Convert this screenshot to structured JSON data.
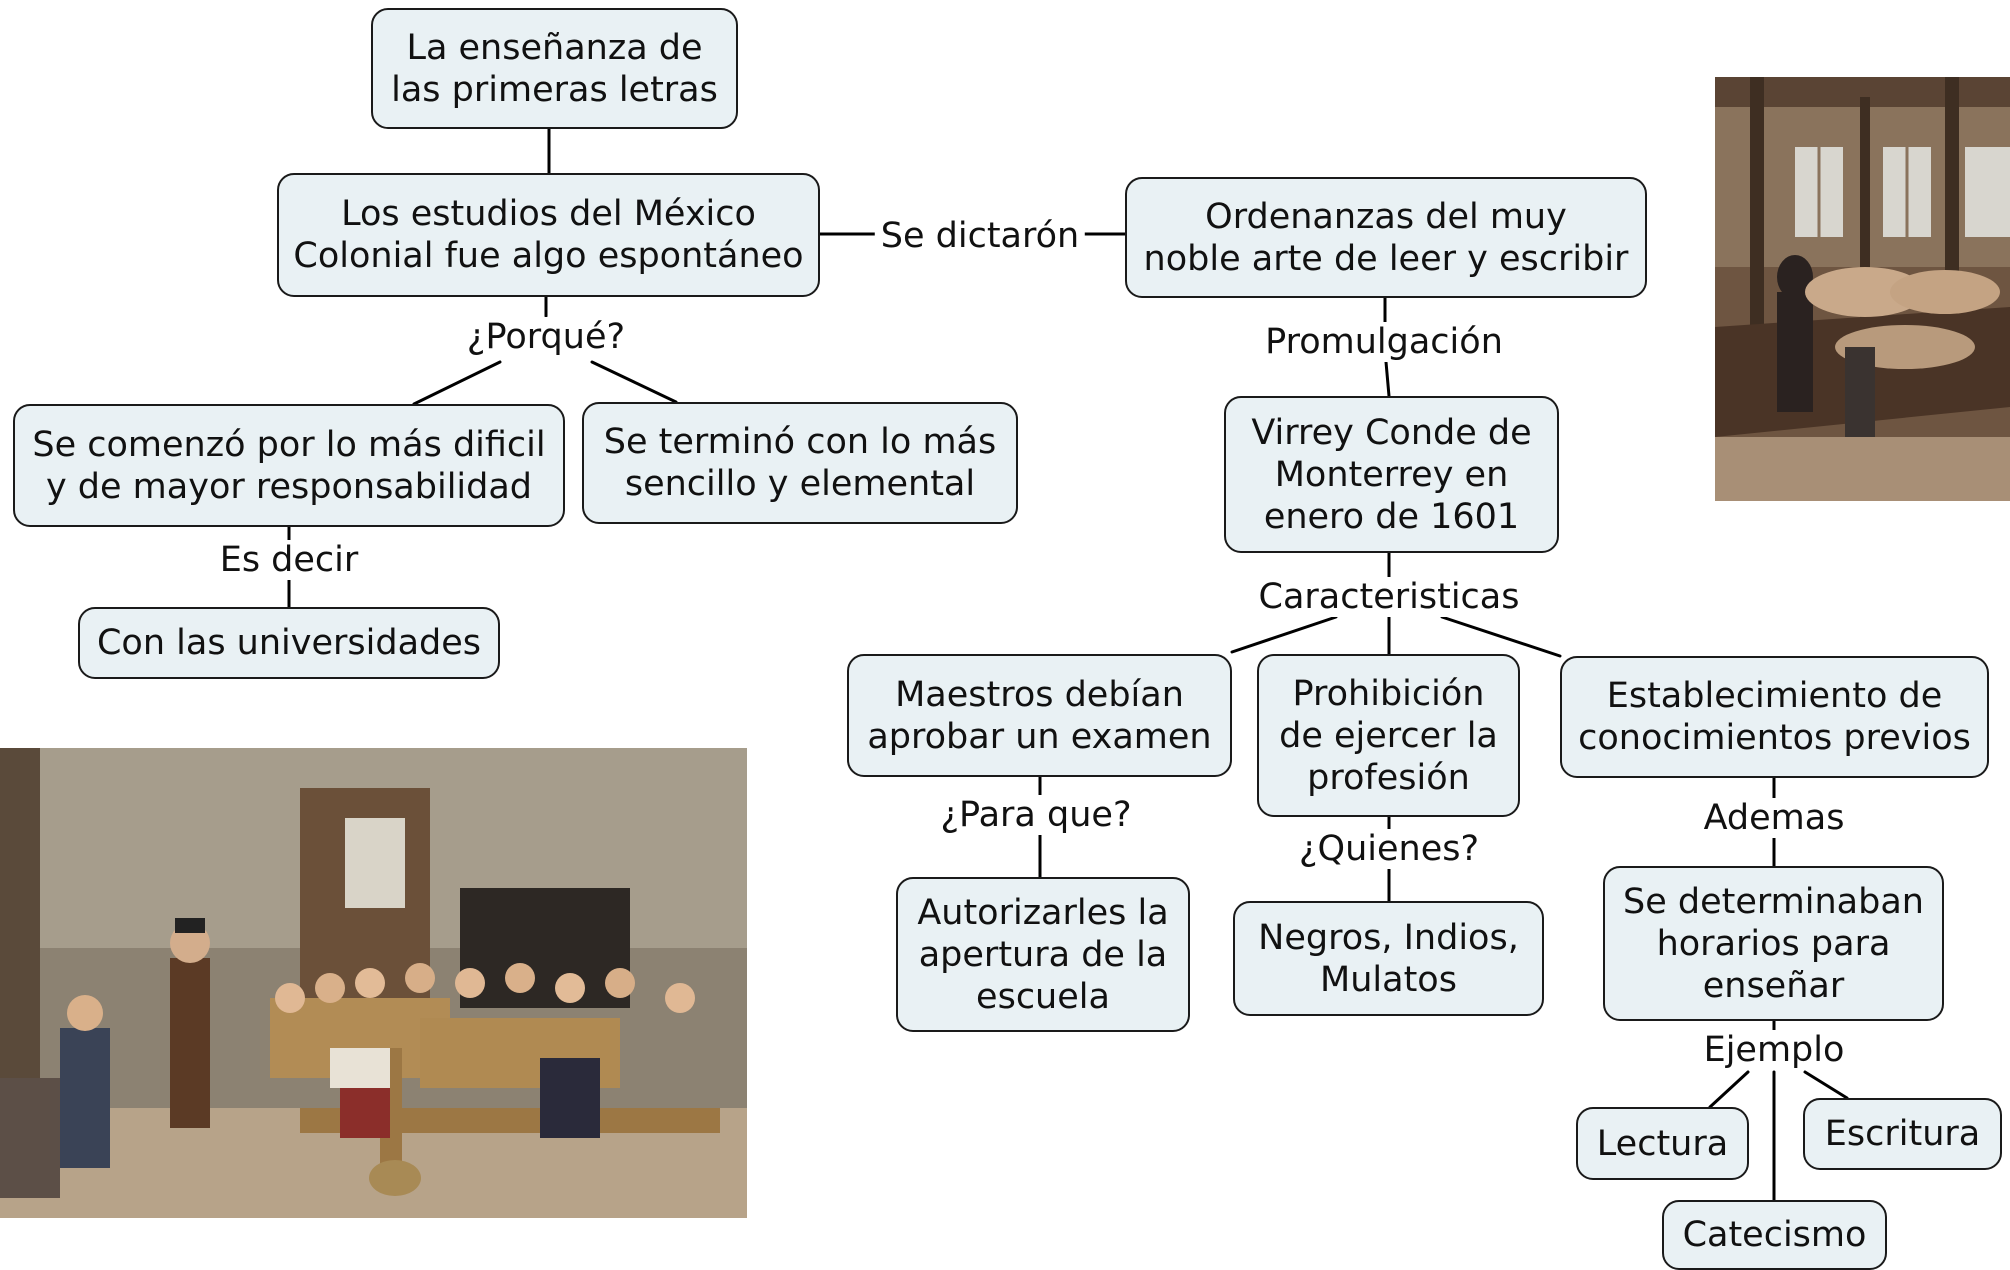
{
  "nodes": {
    "ensenanza": "La enseñanza de\nlas primeras letras",
    "estudios": "Los estudios del México\nColonial fue algo espontáneo",
    "ordenanzas": "Ordenanzas del muy\nnoble arte de leer y escribir",
    "dificil": "Se comenzó por lo más dificil\ny de mayor responsabilidad",
    "sencillo": "Se terminó con lo más\nsencillo y elemental",
    "virrey": "Virrey Conde de\nMonterrey en\nenero de 1601",
    "universidades": "Con las universidades",
    "maestros": "Maestros debían\naprobar un examen",
    "prohibicion": "Prohibición\nde ejercer la\nprofesión",
    "establecimiento": "Establecimiento de\nconocimientos previos",
    "autorizarles": "Autorizarles la\napertura de la\nescuela",
    "negros": "Negros, Indios,\nMulatos",
    "horarios": "Se determinaban\nhorarios para\nenseñar",
    "lectura": "Lectura",
    "escritura": "Escritura",
    "catecismo": "Catecismo"
  },
  "labels": {
    "se_dictaron": "Se dictarón",
    "porque": "¿Porqué?",
    "promulgacion": "Promulgación",
    "es_decir": "Es decir",
    "caracteristicas": "Caracteristicas",
    "para_que": "¿Para que?",
    "quienes": "¿Quienes?",
    "ademas": "Ademas",
    "ejemplo": "Ejemplo"
  }
}
